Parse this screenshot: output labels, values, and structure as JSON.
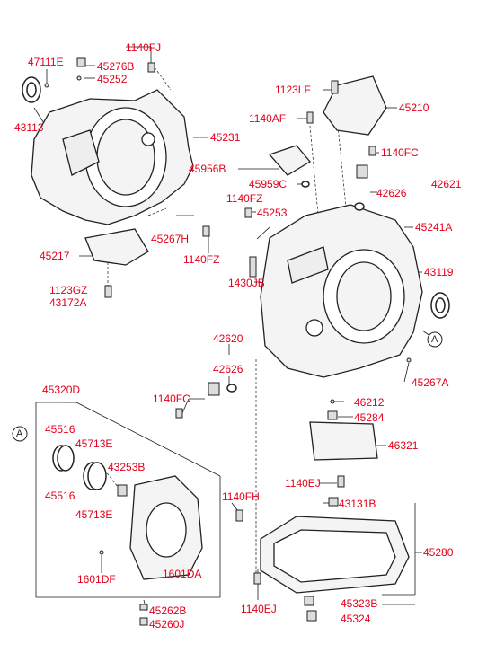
{
  "diagram": {
    "colors": {
      "label": "#e3001b",
      "line": "#1a1a1a",
      "part_fill": "#f4f4f4",
      "part_stroke": "#222222"
    },
    "labels": {
      "p47111E": "47111E",
      "p1140FJ": "1140FJ",
      "p45276B": "45276B",
      "p45252": "45252",
      "p43113": "43113",
      "p1123LF": "1123LF",
      "p45210": "45210",
      "p1140AF": "1140AF",
      "p45231": "45231",
      "p45956B": "45956B",
      "p1140FC_top": "1140FC",
      "p45959C": "45959C",
      "p42621": "42621",
      "p42626_top": "42626",
      "p1140FZ_mid": "1140FZ",
      "p45253": "45253",
      "p45267H": "45267H",
      "p45241A": "45241A",
      "p45217": "45217",
      "p1140FZ_left": "1140FZ",
      "p43119": "43119",
      "p1430JB": "1430JB",
      "p1123GZ": "1123GZ",
      "p43172A": "43172A",
      "p42620": "42620",
      "p42626_mid": "42626",
      "pA_right": "A",
      "p45267A": "45267A",
      "p45320D": "45320D",
      "p1140FC_mid": "1140FC",
      "p46212": "46212",
      "p45284": "45284",
      "pA_left": "A",
      "p45516_a": "45516",
      "p45713E_a": "45713E",
      "p46321": "46321",
      "p43253B": "43253B",
      "p1140EJ_mid": "1140EJ",
      "p45516_b": "45516",
      "p45713E_b": "45713E",
      "p43131B": "43131B",
      "p1140FH": "1140FH",
      "p45280": "45280",
      "p1601DF": "1601DF",
      "p1601DA": "1601DA",
      "p1140EJ_bot": "1140EJ",
      "p45323B": "45323B",
      "p45262B": "45262B",
      "p45324": "45324",
      "p45260J": "45260J"
    }
  }
}
